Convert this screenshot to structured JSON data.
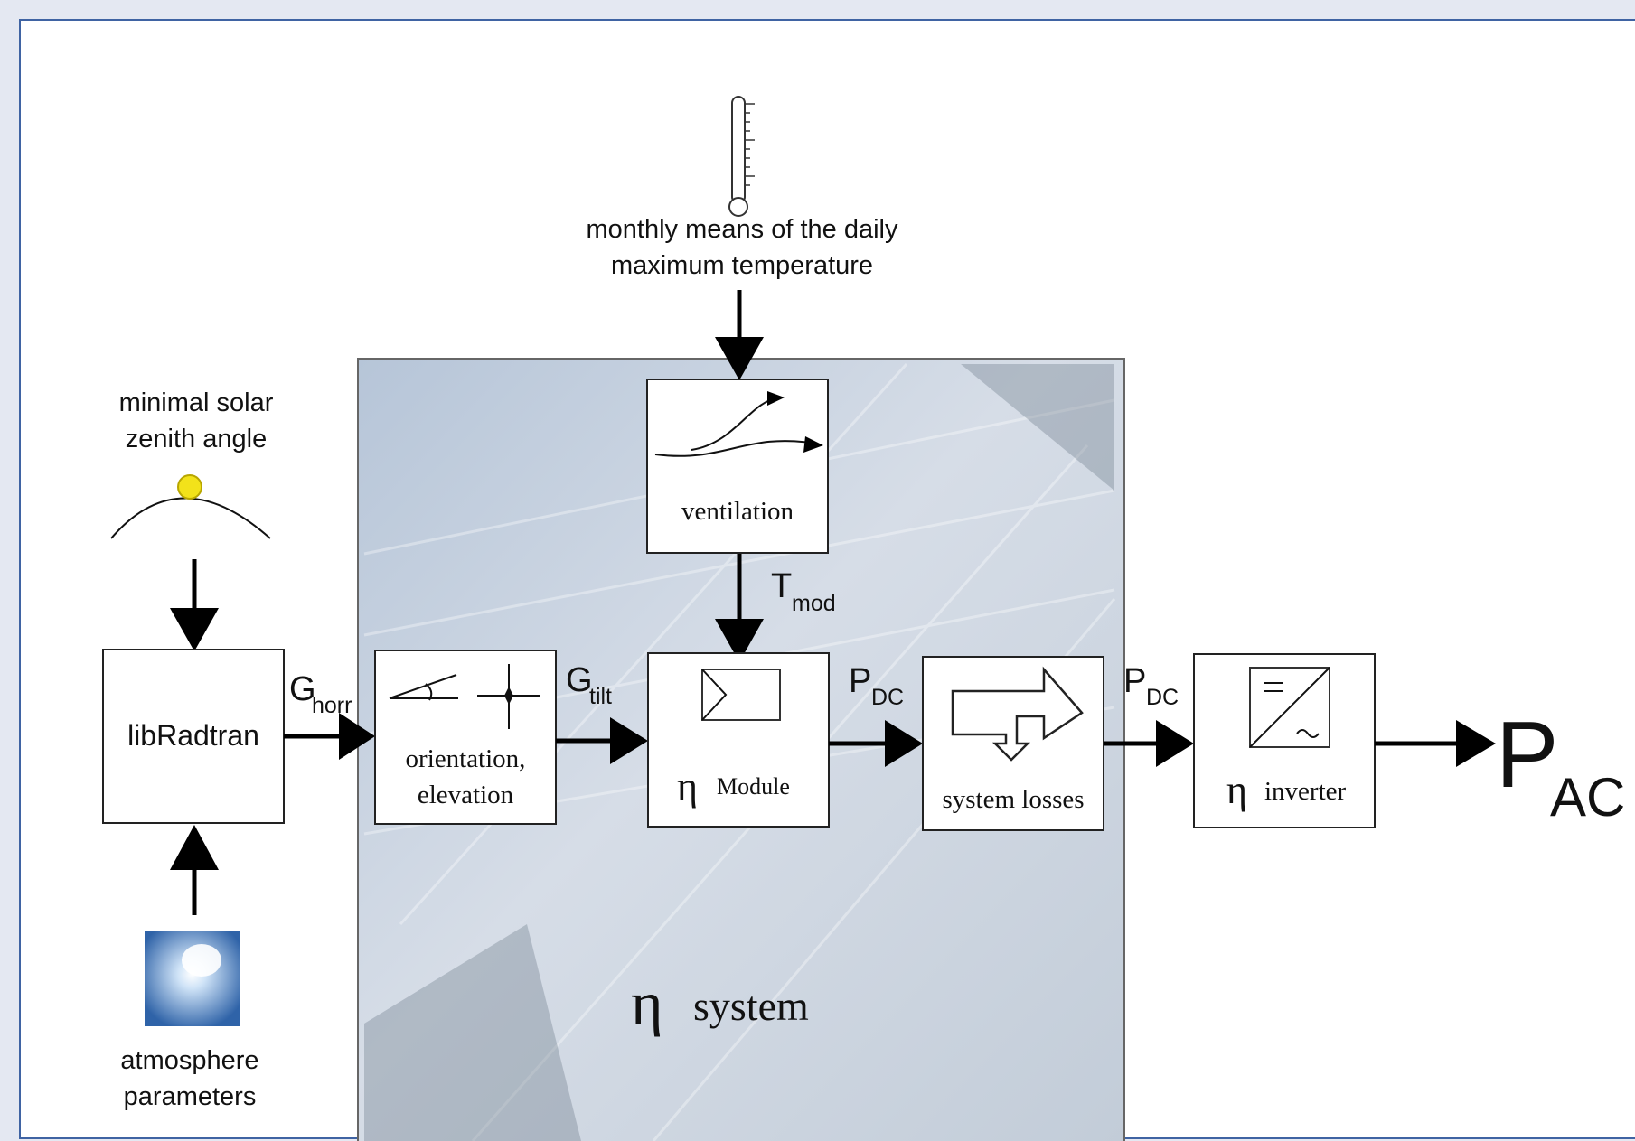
{
  "inputs": {
    "temperature": {
      "line1": "monthly means of the daily",
      "line2": "maximum temperature"
    },
    "zenith": {
      "line1": "minimal solar",
      "line2": "zenith angle"
    },
    "atmosphere": {
      "line1": "atmosphere",
      "line2": "parameters"
    }
  },
  "blocks": {
    "libradtran": "libRadtran",
    "orientation": {
      "line1": "orientation,",
      "line2": "elevation"
    },
    "ventilation": "ventilation",
    "module": {
      "eta": "η",
      "label": "Module"
    },
    "system_losses": "system losses",
    "inverter": {
      "eta": "η",
      "label": "inverter"
    },
    "system_panel": {
      "eta": "η",
      "label": "system"
    }
  },
  "signals": {
    "g_horr": {
      "main": "G",
      "sub": "horr"
    },
    "g_tilt": {
      "main": "G",
      "sub": "tilt"
    },
    "t_mod": {
      "main": "T",
      "sub": "mod"
    },
    "p_dc_1": {
      "main": "P",
      "sub": "DC"
    },
    "p_dc_2": {
      "main": "P",
      "sub": "DC"
    },
    "p_ac": {
      "main": "P",
      "sub": "AC"
    }
  },
  "colors": {
    "frame_border": "#3f63a3",
    "page_background": "#e4e8f2",
    "sun": "#f2e21a",
    "system_panel": "#c9d4e3"
  }
}
